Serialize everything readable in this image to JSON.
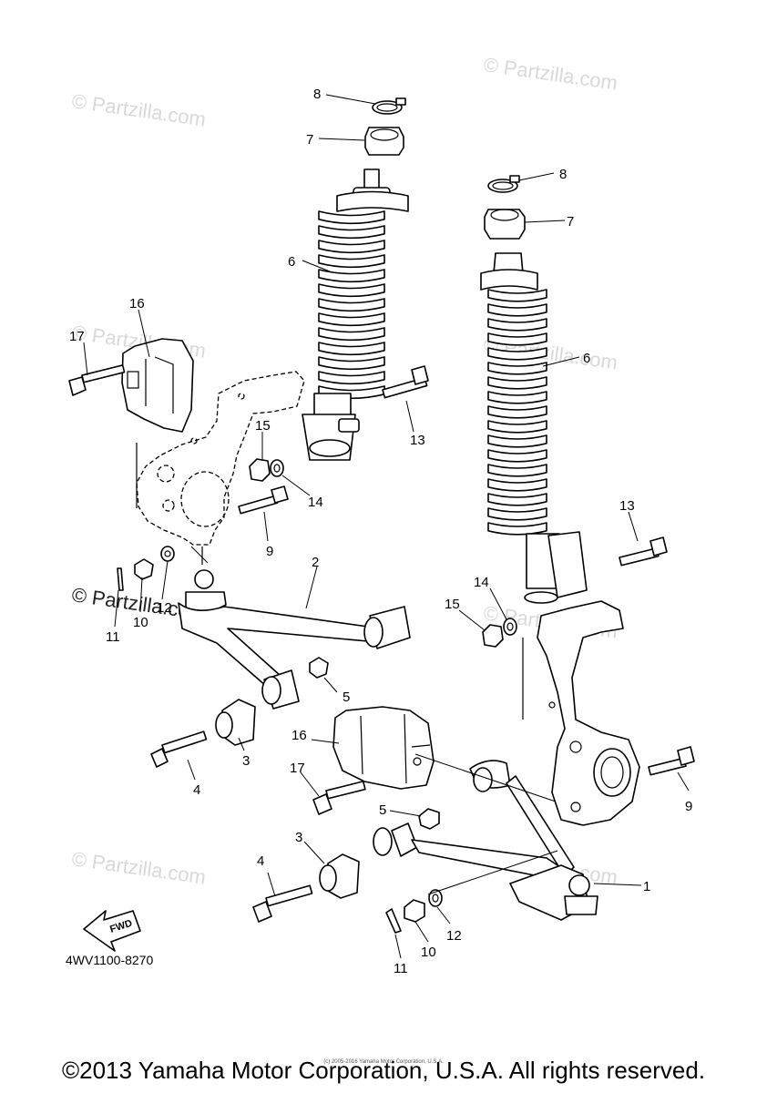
{
  "diagram": {
    "code": "4WV1100-8270",
    "fwd_label": "FWD",
    "watermark": "© Partzilla.com",
    "copyright": "©2013 Yamaha Motor Corporation, U.S.A. All rights reserved.",
    "small_note": "(c) 2005-2016 Yamaha Motor Corporation, U.S.A.",
    "callouts": [
      {
        "id": "c8a",
        "label": "8"
      },
      {
        "id": "c7a",
        "label": "7"
      },
      {
        "id": "c6a",
        "label": "6"
      },
      {
        "id": "c16a",
        "label": "16"
      },
      {
        "id": "c17a",
        "label": "17"
      },
      {
        "id": "c15a",
        "label": "15"
      },
      {
        "id": "c14a",
        "label": "14"
      },
      {
        "id": "c13a",
        "label": "13"
      },
      {
        "id": "c9a",
        "label": "9"
      },
      {
        "id": "c2",
        "label": "2"
      },
      {
        "id": "c11a",
        "label": "11"
      },
      {
        "id": "c10a",
        "label": "10"
      },
      {
        "id": "c12a",
        "label": "12"
      },
      {
        "id": "c5a",
        "label": "5"
      },
      {
        "id": "c3a",
        "label": "3"
      },
      {
        "id": "c4a",
        "label": "4"
      },
      {
        "id": "c8b",
        "label": "8"
      },
      {
        "id": "c7b",
        "label": "7"
      },
      {
        "id": "c6b",
        "label": "6"
      },
      {
        "id": "c13b",
        "label": "13"
      },
      {
        "id": "c14b",
        "label": "14"
      },
      {
        "id": "c15b",
        "label": "15"
      },
      {
        "id": "c16b",
        "label": "16"
      },
      {
        "id": "c17b",
        "label": "17"
      },
      {
        "id": "c9b",
        "label": "9"
      },
      {
        "id": "c5b",
        "label": "5"
      },
      {
        "id": "c3b",
        "label": "3"
      },
      {
        "id": "c4b",
        "label": "4"
      },
      {
        "id": "c1",
        "label": "1"
      },
      {
        "id": "c12b",
        "label": "12"
      },
      {
        "id": "c10b",
        "label": "10"
      },
      {
        "id": "c11b",
        "label": "11"
      }
    ]
  }
}
